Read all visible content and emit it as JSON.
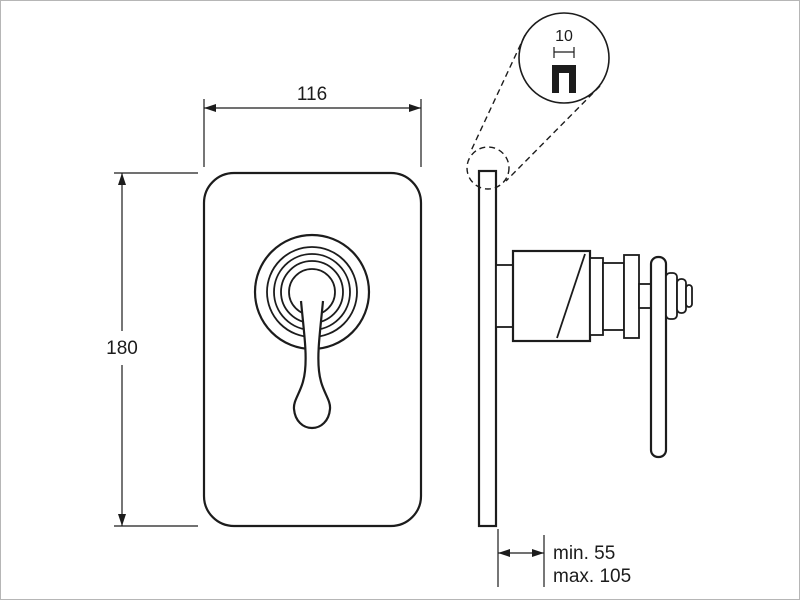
{
  "page": {
    "background": "#ffffff",
    "border_color": "#b6b6b6",
    "line_color": "#1c1c1c"
  },
  "drawing": {
    "type": "technical-dimension-drawing",
    "labels": {
      "width_mm": "116",
      "height_mm": "180",
      "plate_thickness_mm": "10",
      "depth_min": "min. 55",
      "depth_max": "max. 105"
    }
  }
}
